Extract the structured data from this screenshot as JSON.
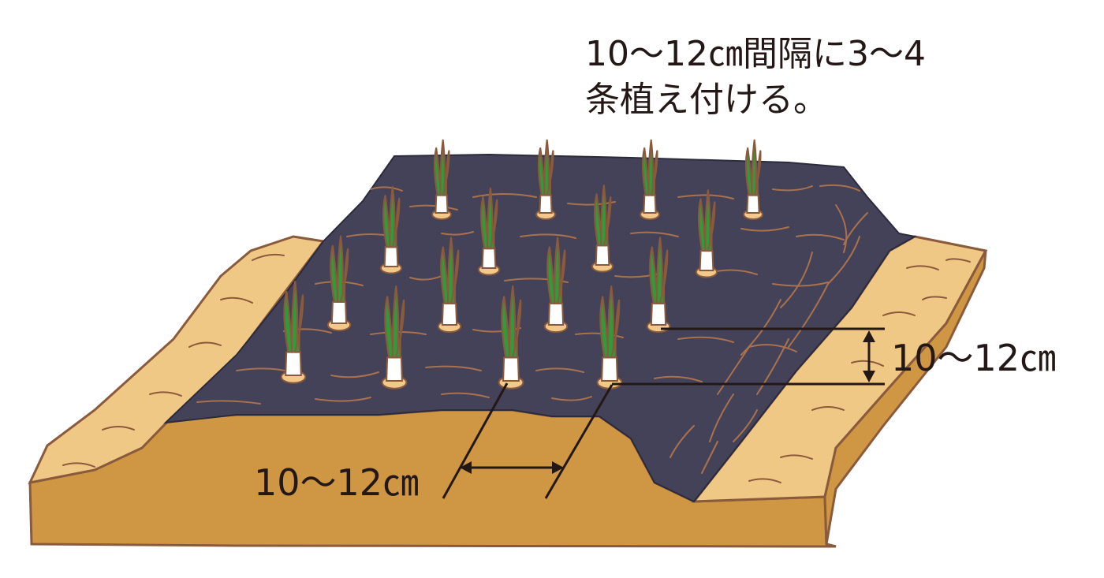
{
  "caption": {
    "line1": "10〜12㎝間隔に3〜4",
    "line2": "条植え付ける。"
  },
  "dimension_right": "10〜12㎝",
  "dimension_bottom": "10〜12㎝",
  "colors": {
    "soil_light": "#f0c886",
    "soil_dark": "#cf9644",
    "soil_outline": "#8a5a3c",
    "mulch": "#434258",
    "mulch_scratch": "#a9714e",
    "leaf_green": "#2f9b3a",
    "leaf_brown": "#8b5a3c",
    "stem": "#ffffff",
    "planting_hole": "#f2c98a",
    "line": "#231815"
  }
}
